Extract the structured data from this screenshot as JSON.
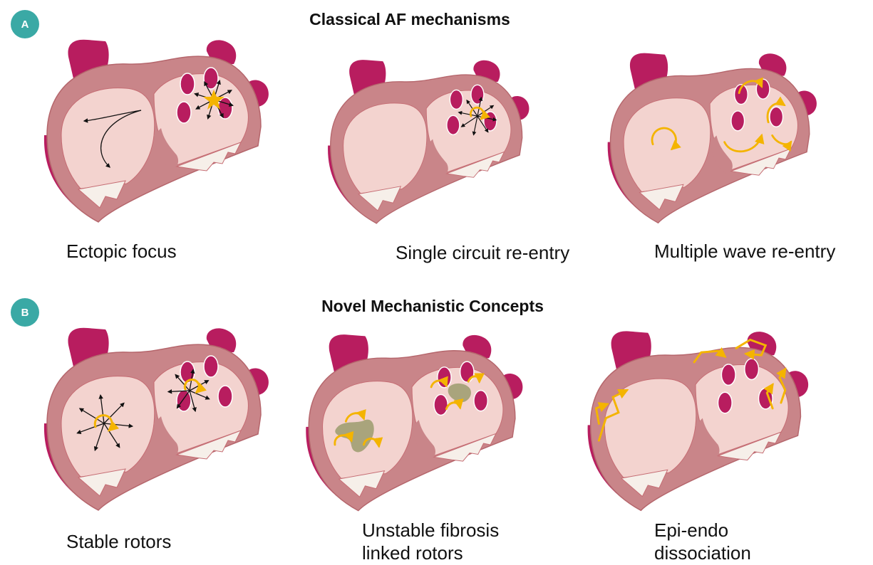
{
  "sections": [
    {
      "badge": "A",
      "title": "Classical AF mechanisms",
      "panels": [
        {
          "id": "ectopic-focus",
          "caption_lines": [
            "Ectopic focus"
          ]
        },
        {
          "id": "single-circuit",
          "caption_lines": [
            "Single circuit re-entry"
          ]
        },
        {
          "id": "multiple-wave",
          "caption_lines": [
            "Multiple wave re-entry"
          ]
        }
      ]
    },
    {
      "badge": "B",
      "title": "Novel Mechanistic Concepts",
      "panels": [
        {
          "id": "stable-rotors",
          "caption_lines": [
            "Stable rotors"
          ]
        },
        {
          "id": "fibrosis-rotors",
          "caption_lines": [
            "Unstable fibrosis",
            "linked rotors"
          ]
        },
        {
          "id": "epi-endo",
          "caption_lines": [
            "Epi-endo",
            "dissociation"
          ]
        }
      ]
    }
  ],
  "colors": {
    "vessel": "#b81d5f",
    "wall": "#c98589",
    "chamber": "#f3d3cf",
    "vein_opening": "#b81d5f",
    "valve": "#f6efe9",
    "wave": "#f4b400",
    "arrow": "#111111",
    "fibrosis": "#a9a47c",
    "badge": "#3aa9a5"
  }
}
